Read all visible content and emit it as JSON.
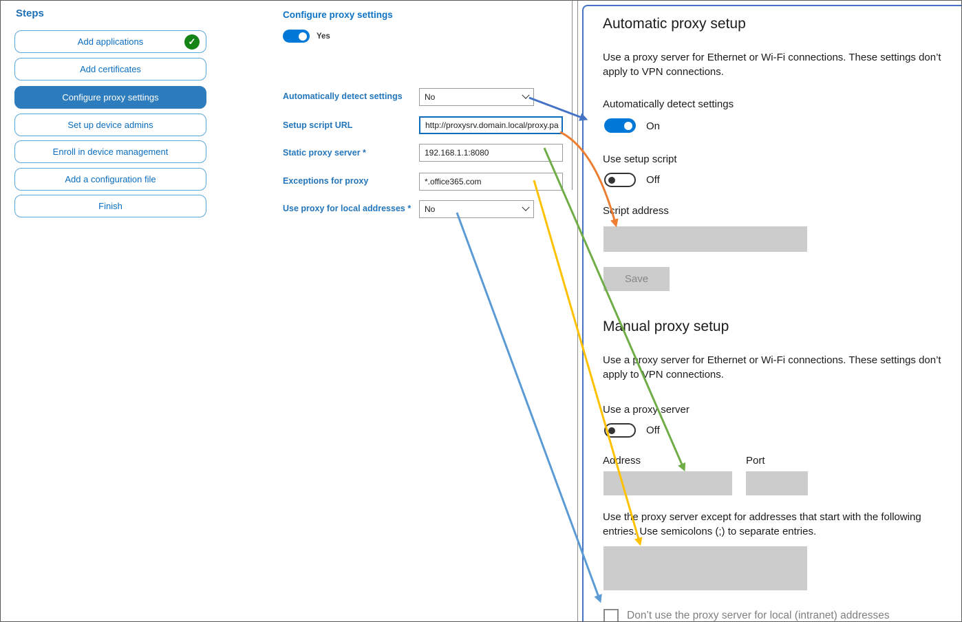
{
  "sidebar": {
    "title": "Steps",
    "steps": [
      {
        "label": "Add applications",
        "state": "completed"
      },
      {
        "label": "Add certificates",
        "state": "normal"
      },
      {
        "label": "Configure proxy settings",
        "state": "active"
      },
      {
        "label": "Set up device admins",
        "state": "normal"
      },
      {
        "label": "Enroll in device management",
        "state": "normal"
      },
      {
        "label": "Add a configuration file",
        "state": "normal"
      },
      {
        "label": "Finish",
        "state": "normal"
      }
    ]
  },
  "form": {
    "title": "Configure proxy settings",
    "enabled_state": "Yes",
    "fields": [
      {
        "label": "Automatically detect settings",
        "control": "dropdown",
        "value": "No"
      },
      {
        "label": "Setup script URL",
        "control": "text",
        "value": "http://proxysrv.domain.local/proxy.pa",
        "focused": true
      },
      {
        "label": "Static proxy server *",
        "control": "text",
        "value": "192.168.1.1:8080"
      },
      {
        "label": "Exceptions for proxy",
        "control": "text",
        "value": "*.office365.com"
      },
      {
        "label": "Use proxy for local addresses *",
        "control": "dropdown",
        "value": "No"
      }
    ]
  },
  "settings": {
    "automatic": {
      "title": "Automatic proxy setup",
      "description": "Use a proxy server for Ethernet or Wi-Fi connections. These settings don’t apply to VPN connections.",
      "detect_label": "Automatically detect settings",
      "detect_state": "On",
      "script_toggle_label": "Use setup script",
      "script_toggle_state": "Off",
      "script_address_label": "Script address",
      "save_label": "Save"
    },
    "manual": {
      "title": "Manual proxy setup",
      "description": "Use a proxy server for Ethernet or Wi-Fi connections. These settings don’t apply to VPN connections.",
      "proxy_toggle_label": "Use a proxy server",
      "proxy_toggle_state": "Off",
      "address_label": "Address",
      "port_label": "Port",
      "exceptions_description": "Use the proxy server except for addresses that start with the following entries. Use semicolons (;) to separate entries.",
      "local_checkbox_label": "Don’t use the proxy server for local (intranet) addresses"
    }
  },
  "icons": {
    "check": "✓"
  },
  "arrows": [
    {
      "name": "automatically-detect-settings-arrow",
      "color": "#4472C4"
    },
    {
      "name": "setup-script-url-arrow",
      "color": "#ED7D31"
    },
    {
      "name": "static-proxy-server-arrow",
      "color": "#70AD47"
    },
    {
      "name": "exceptions-for-proxy-arrow",
      "color": "#FFC000"
    },
    {
      "name": "local-addresses-arrow",
      "color": "#5B9BD5"
    }
  ],
  "colors": {
    "accent_toggle": "#0078D7",
    "panel_border": "#4472C4",
    "active_step": "#2C7CBE",
    "disabled_field": "#CCCCCC"
  }
}
